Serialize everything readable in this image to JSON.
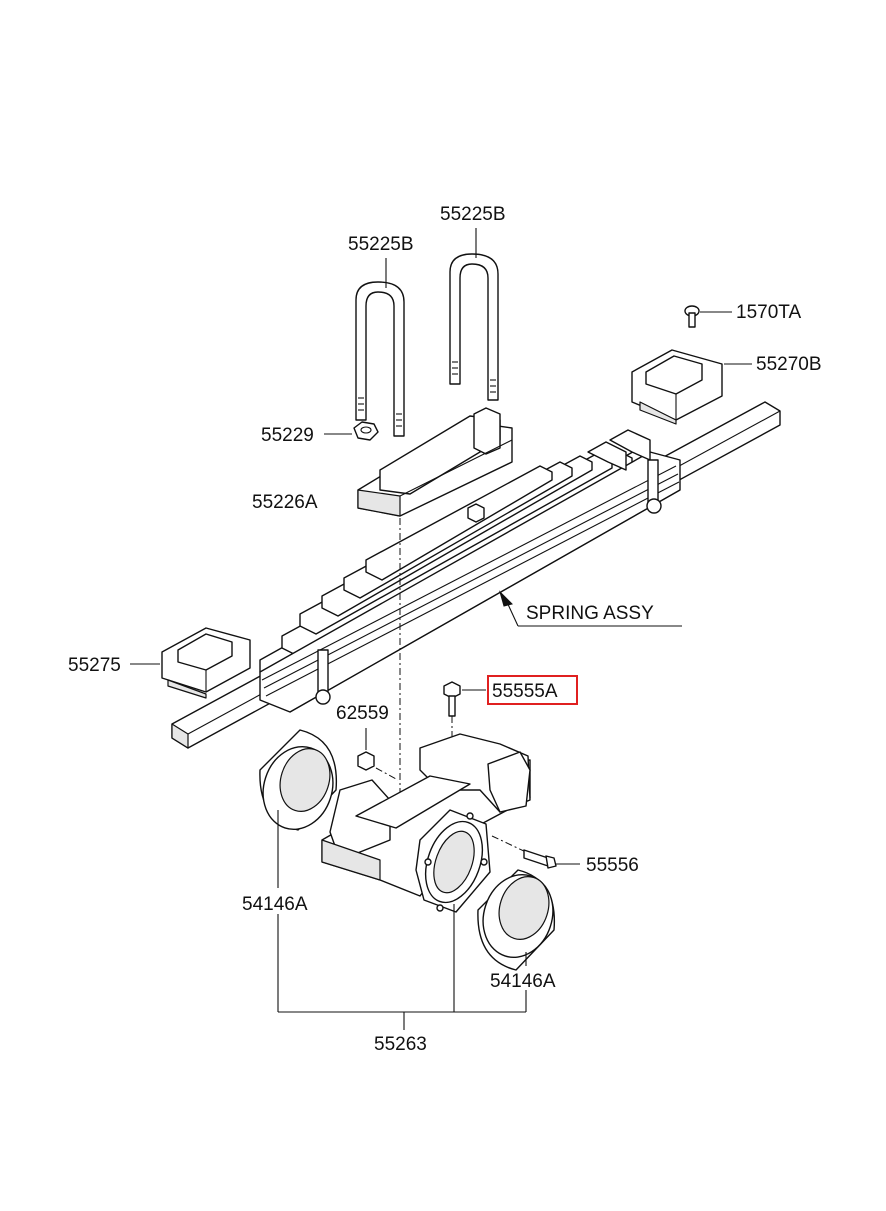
{
  "labels": {
    "ubolt_left": "55225B",
    "ubolt_right": "55225B",
    "screw_top": "1570TA",
    "pad_right": "55270B",
    "nut": "55229",
    "seat": "55226A",
    "spring_assy": "SPRING ASSY",
    "pad_left": "55275",
    "bolt_highlight": "55555A",
    "nut_small": "62559",
    "bolt_side": "55556",
    "bushing_left": "54146A",
    "bushing_right": "54146A",
    "bracket_assy": "55263"
  },
  "highlight": {
    "part": "55555A",
    "color": "#e02020"
  }
}
